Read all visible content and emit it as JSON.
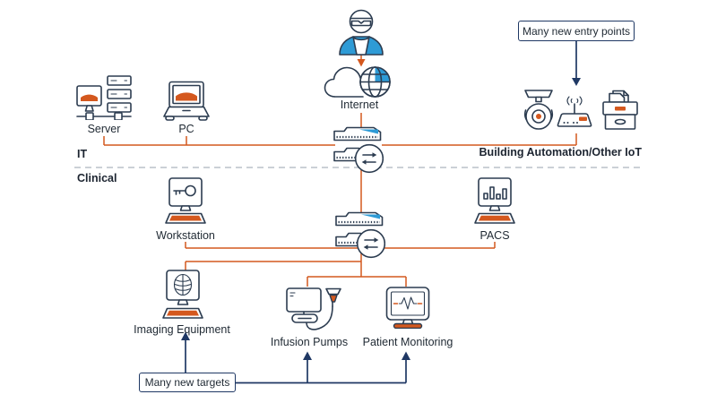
{
  "colors": {
    "orange": "#D4581E",
    "navy": "#2C3C50",
    "blue": "#2E9BD6",
    "callout": "#1F3864",
    "divider": "#CBD0D6",
    "text": "#1F2933"
  },
  "nodes": {
    "internet": {
      "label": "Internet"
    },
    "server": {
      "label": "Server"
    },
    "pc": {
      "label": "PC"
    },
    "workstation": {
      "label": "Workstation"
    },
    "pacs": {
      "label": "PACS"
    },
    "imaging_equipment": {
      "label": "Imaging Equipment"
    },
    "infusion_pumps": {
      "label": "Infusion Pumps"
    },
    "patient_monitoring": {
      "label": "Patient Monitoring"
    }
  },
  "zones": {
    "it": "IT",
    "clinical": "Clinical",
    "building_automation": "Building Automation/Other IoT"
  },
  "callouts": {
    "entry_points": "Many new entry points",
    "targets": "Many new targets"
  },
  "icons": [
    "hacker-icon",
    "internet-cloud-icon",
    "server-icon",
    "pc-laptop-icon",
    "security-camera-icon",
    "wireless-router-icon",
    "printer-icon",
    "network-switch-icon",
    "workstation-icon",
    "pacs-icon",
    "imaging-equipment-icon",
    "infusion-pump-icon",
    "patient-monitor-icon"
  ]
}
